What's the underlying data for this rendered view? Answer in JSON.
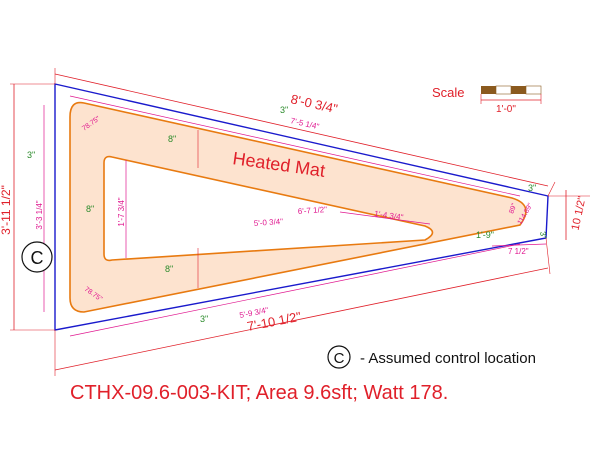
{
  "mat_label": "Heated Mat",
  "scale": {
    "label": "Scale",
    "length": "1'-0\""
  },
  "dims": {
    "top_overall": "8'-0 3/4\"",
    "top_inner": "7'-5 1/4\"",
    "left_overall": "3'-11 1/2\"",
    "left_inner": "3'-3 1/4\"",
    "right_overall": "10 1/2\"",
    "bottom_overall": "7'-10 1/2\"",
    "bottom_inner": "5'-9 3/4\"",
    "cutout_height": "1'-7 3/4\"",
    "cutout_bottom": "5'-0 3/4\"",
    "cutout_top": "6'-7 1/2\"",
    "tip_length": "1'-4 3/4\"",
    "right_bottom": "7 1/2\"",
    "tip_offset": "1'-9\"",
    "radius_tl": "78.75\"",
    "radius_bl": "78.75\"",
    "angle_89": "89\"",
    "angle_114": "114.89\"",
    "gap_3": "3\"",
    "gap_8": "8\""
  },
  "legend": {
    "symbol": "C",
    "text": "- Assumed control location"
  },
  "title": "CTHX-09.6-003-KIT; Area 9.6sft; Watt 178.",
  "colors": {
    "outline": "#1a1acc",
    "mat_fill": "#fde3cf",
    "mat_stroke": "#e87a10",
    "dim": "#e0202a",
    "inner_dim": "#e01890",
    "gap": "#2a8a2a"
  }
}
